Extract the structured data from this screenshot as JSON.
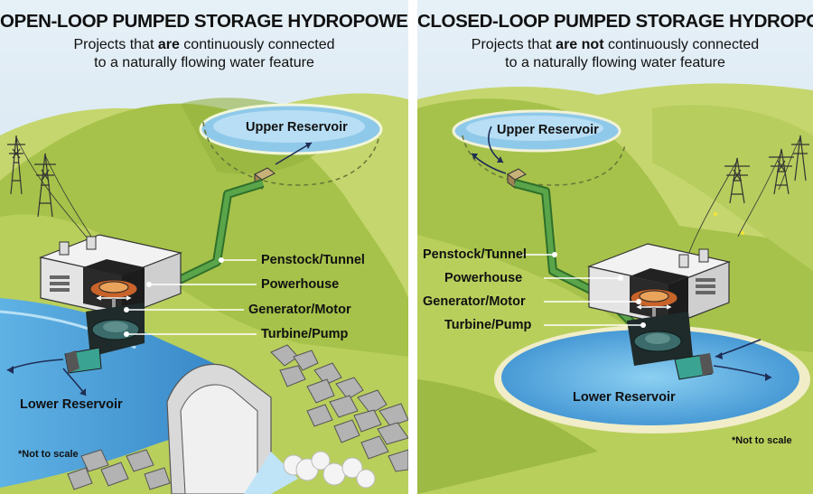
{
  "open_loop": {
    "title": "OPEN-LOOP PUMPED STORAGE HYDROPOWER",
    "subtitle_line1_pre": "Projects that ",
    "subtitle_line1_bold": "are",
    "subtitle_line1_post": " continuously connected",
    "subtitle_line2": "to a naturally flowing water feature",
    "labels": {
      "upper_reservoir": "Upper Reservoir",
      "penstock": "Penstock/Tunnel",
      "powerhouse": "Powerhouse",
      "generator": "Generator/Motor",
      "turbine": "Turbine/Pump",
      "lower_reservoir": "Lower Reservoir"
    },
    "note": "*Not to scale"
  },
  "closed_loop": {
    "title": "CLOSED-LOOP PUMPED STORAGE HYDROPOWER",
    "subtitle_line1_pre": "Projects that ",
    "subtitle_line1_bold": "are not",
    "subtitle_line1_post": " continuously connected",
    "subtitle_line2": "to a naturally flowing water feature",
    "labels": {
      "upper_reservoir": "Upper Reservoir",
      "penstock": "Penstock/Tunnel",
      "powerhouse": "Powerhouse",
      "generator": "Generator/Motor",
      "turbine": "Turbine/Pump",
      "lower_reservoir": "Lower Reservoir"
    },
    "note": "*Not to scale"
  },
  "colors": {
    "sky": "#cfe3f1",
    "hill_light": "#b6cc5a",
    "hill_dark": "#8fae3a",
    "water": "#4a9fd6",
    "water_light": "#9fd3f0",
    "penstock": "#3d8a35",
    "rock": "#a9a9a9"
  }
}
